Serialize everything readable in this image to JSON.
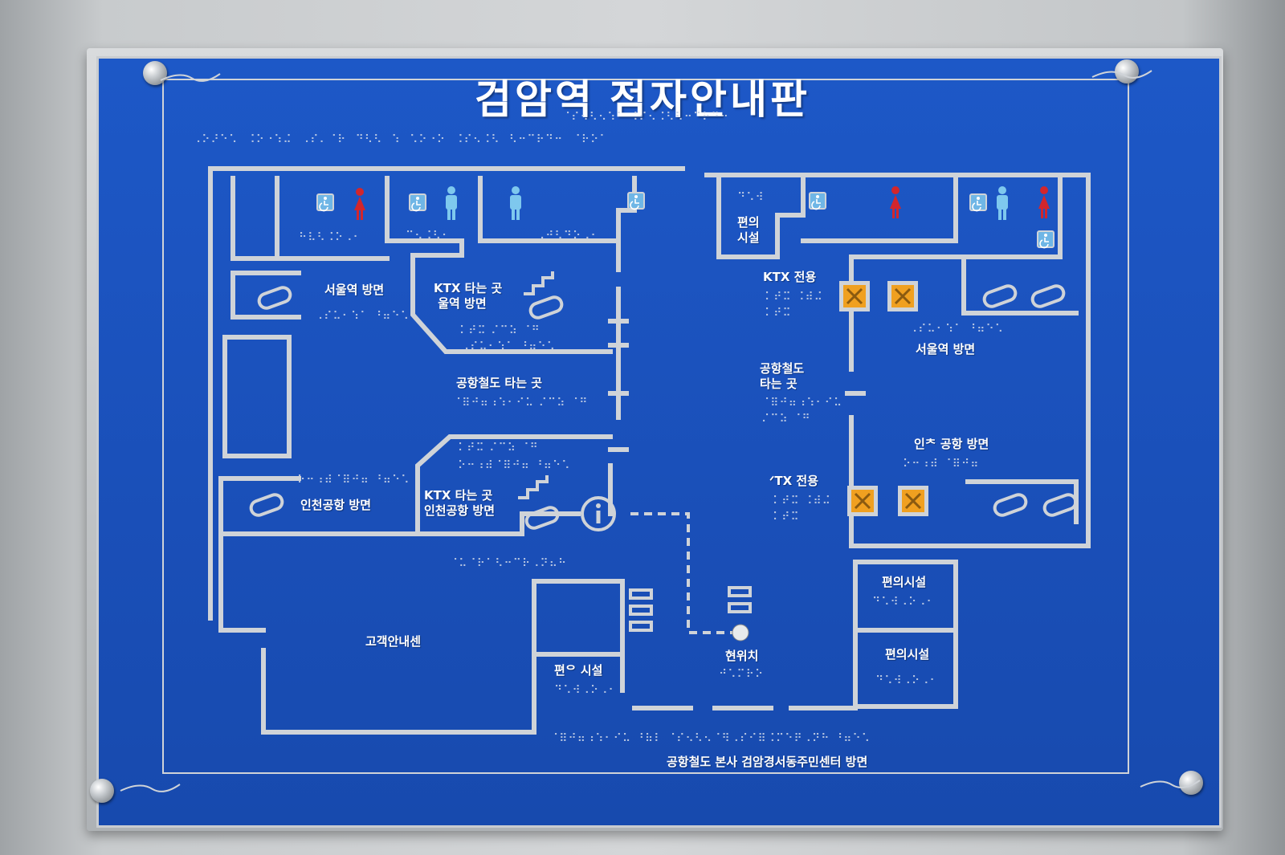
{
  "title": "검암역 점자안내판",
  "braille": {
    "title_line": "⠈⠎⠢⠣⠢⠱⠁ ⠨⠎⠢⠨⠣⠣⠒⠉⠗⠙⠒",
    "intro_line": "⠠⠕⠜⠑⠡⠀⠨⠕⠐⠱⠬⠀⠠⠎⠄⠈⠗⠀⠙⠣⠣⠀⠱⠀⠡⠕⠐⠕⠀⠨⠎⠢⠨⠣⠀⠣⠒⠉⠗⠙⠒⠀⠈⠗⠕⠁",
    "toilet_left": "⠓⠧⠣⠨⠕⠠⠂",
    "toilet_mid": "⠉⠢⠨⠣⠂",
    "toilet_right": "⠠⠚⠣⠙⠕⠠⠂",
    "seoul_left": "⠠⠎⠥⠂⠱⠁ ⠘⠶⠑⠡",
    "ktx_seoul": "⠅⠞⠭ ⠌⠉⠵ ⠈⠛",
    "ktx_seoul2": "⠠⠎⠥⠂⠱⠁ ⠘⠶⠑⠡",
    "arex": "⠈⠿⠚⠶⠰⠱⠂⠊⠥ ⠌⠉⠵ ⠈⠛",
    "ktx_incheon": "⠅⠞⠭ ⠌⠉⠵ ⠈⠛",
    "ktx_incheon2": "⠕⠒⠰⠾⠈⠿⠚⠶ ⠘⠶⠑⠡",
    "incheon_left": "⠕⠒⠰⠾⠈⠿⠚⠶ ⠘⠶⠑⠡",
    "info": "⠈⠥⠈⠗⠁⠣⠒⠉⠗⠠⠝⠦⠓",
    "conv_bottom": "⠙⠡⠺⠠⠕⠠⠂",
    "here": "⠚⠡⠍⠗⠕",
    "conv_top_right": "⠙⠡⠺",
    "ktx_right1": "⠅⠞⠭ ⠨⠾⠬",
    "ktx_right1b": "⠅⠞⠭",
    "seoul_right": "⠠⠎⠥⠂⠱⠁ ⠘⠶⠑⠡",
    "arex_right": "⠈⠿⠚⠶⠰⠱⠂⠊⠥",
    "arex_right2": "⠌⠉⠵ ⠈⠛",
    "incheon_right": "⠕⠒⠰⠾ ⠈⠿⠚⠶",
    "ktx_right2": "⠅⠞⠭ ⠨⠾⠬",
    "ktx_right2b": "⠅⠞⠭",
    "conv_r1": "⠙⠡⠺⠠⠕⠠⠂",
    "conv_r2": "⠙⠡⠺⠠⠕⠠⠂",
    "footer": "⠈⠿⠚⠶⠰⠱⠂⠊⠥ ⠘⠷⠇ ⠈⠎⠢⠣⠢⠈⠻⠠⠎⠊⠿⠨⠍⠑⠟⠠⠝⠓ ⠘⠶⠑⠡"
  },
  "labels": {
    "conv_top": "편의\n시설",
    "seoul_left": "서울역 방면",
    "ktx_seoul": "KTX 타는 곳\n 울역 방면",
    "arex": "공항철도 타는 곳",
    "ktx_incheon": "KTX 타는 곳\n인천공항 방면",
    "incheon_left": "인천공항 방면",
    "info_center": "고객안내센",
    "conv_bottom": "편ᄋ 시설",
    "here": "현위치",
    "ktx_only_1": "KTX 전용",
    "seoul_right": "서울역 방면",
    "arex_right": "공항철도\n타는 곳",
    "incheon_right": "인ᄎ 공항 방면",
    "ktx_only_2": "ᐟTX 전용",
    "conv_r1": "편의시설",
    "conv_r2": "편의시설",
    "footer": "공항철도 본사  검암경서동주민센터 방면"
  },
  "icons": {
    "colors": {
      "plate": "#1a4fb8",
      "line": "#cfd3d8",
      "female": "#d2262c",
      "male": "#7ec8ee",
      "accessible": "#6fb6e6",
      "elevator": "#f0a020"
    }
  }
}
